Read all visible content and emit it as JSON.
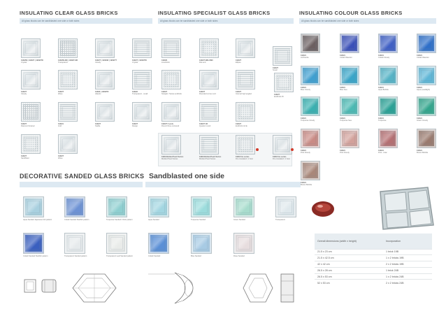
{
  "sections": {
    "clear": {
      "title": "INSULATING CLEAR GLASS BRICKS",
      "sub": "All glass blocks can be sandblasted one side or both sides"
    },
    "specialist": {
      "title": "INSULATING SPECIALIST GLASS BRICKS",
      "sub": "All glass blocks can be sandblasted one side or both sides"
    },
    "colour": {
      "title": "INSULATING COLOUR GLASS BRICKS",
      "sub": "All glass blocks can be sandblasted one side or both sides"
    },
    "decorative": {
      "title": "DECORATIVE SANDED GLASS BRICKS"
    },
    "sandblasted": {
      "title": "Sandblasted one side"
    }
  },
  "clear_bricks": [
    {
      "code": "1909/W | 1909/T | 1909/TW",
      "name": "Crystal"
    },
    {
      "code": "1909/W-ND | 1909/T-ND",
      "name": "Transparent"
    },
    {
      "code": "1909/T | 1909/W | 1909/TT",
      "name": "Cloudy"
    },
    {
      "code": "1909/T | 1909/TW",
      "name": "Crystal"
    },
    {
      "code": "1909/T",
      "name": "Cloudy"
    },
    {
      "code": "1909/T",
      "name": "Wave"
    },
    {
      "code": "1909/I | 1909/TR",
      "name": "Atlantic"
    },
    {
      "code": "1909/2",
      "name": "Transparent - small"
    },
    {
      "code": "1909/T",
      "name": "Diamond Grainer"
    },
    {
      "code": "1909/1",
      "name": "Grid"
    },
    {
      "code": "1909/T",
      "name": "Stable"
    },
    {
      "code": "1909/T",
      "name": "Design"
    },
    {
      "code": "1909/T",
      "name": "Sandblast"
    },
    {
      "code": "1909/T",
      "name": "Wave"
    }
  ],
  "specialist_bricks": [
    {
      "code": "1909/S",
      "name": "Linenbrick"
    },
    {
      "code": "1909/T  BDL/R90",
      "name": "Flat end"
    },
    {
      "code": "1909/T",
      "name": "Ellipse"
    },
    {
      "code": "1909/T",
      "name": "Small"
    },
    {
      "code": "1909/T",
      "name": "Straight / Series endbrick"
    },
    {
      "code": "1909/T",
      "name": "Rounded corner end"
    },
    {
      "code": "1909/T",
      "name": "Internal high angled"
    },
    {
      "code": "1909/T",
      "name": "Endbrick 45"
    },
    {
      "code": "1909/T 3 ends",
      "name": "Round three cornered"
    },
    {
      "code": "1909/T 1R",
      "name": "Quarter round"
    },
    {
      "code": "1909/T",
      "name": "Endbrick circle"
    },
    {
      "code": "1909 Mottled Pearl Series",
      "name": "Mottled Pearl Series"
    },
    {
      "code": "1909 Mottled Pearl Series",
      "name": "Mottled Pearl Series"
    },
    {
      "code": "1909 Fire series",
      "name": "Fire insulated / 1 hour"
    },
    {
      "code": "1909 Fire series",
      "name": "Fire insulated / 1 hour"
    }
  ],
  "colour_bricks": [
    {
      "code": "1909/1",
      "name": "Anthracite",
      "color": "#6b5f60"
    },
    {
      "code": "1909/1",
      "name": "Cobalt Wavelet",
      "color": "#3a4fb8"
    },
    {
      "code": "1909/1",
      "name": "Cobalt Cloudy",
      "color": "#3f5fc4"
    },
    {
      "code": "1909/1",
      "name": "Cobalt Wavelet",
      "color": "#2f6fc8"
    },
    {
      "code": "1909/1",
      "name": "Blue Cloudy",
      "color": "#3f9fd0"
    },
    {
      "code": "1909/1",
      "name": "Blue Sea",
      "color": "#3aa5c8"
    },
    {
      "code": "1909/1",
      "name": "Aqua Bubble",
      "color": "#56b3c6"
    },
    {
      "code": "1909/1",
      "name": "Aqua (Leadlight)",
      "color": "#5fb6d6"
    },
    {
      "code": "1909/1",
      "name": "Turquoise Cloudy",
      "color": "#3ab0b0"
    },
    {
      "code": "1909/1",
      "name": "Turquoise Sea",
      "color": "#4cb9b3"
    },
    {
      "code": "1909/1",
      "name": "Turquoise",
      "color": "#2aa195"
    },
    {
      "code": "1909/1",
      "name": "Green Cloudy",
      "color": "#33a58c"
    },
    {
      "code": "1909/1",
      "name": "Pink Cloudy",
      "color": "#c98b85"
    },
    {
      "code": "1909/1",
      "name": "Pink Cloudy",
      "color": "#d2a19b"
    },
    {
      "code": "1909/1",
      "name": "Pink - Lilac",
      "color": "#b56f72"
    },
    {
      "code": "1909/1",
      "name": "Brown Bubble",
      "color": "#9a7a6e"
    },
    {
      "code": "1909/1",
      "name": "Brown Bubble",
      "color": "#a98779"
    }
  ],
  "decorative_bricks": [
    {
      "name": "Aqua Sanded Japanese fish pattern",
      "color": "#a9d0df"
    },
    {
      "name": "Cobalt Sanded Starfish pattern",
      "color": "#6d92d4"
    },
    {
      "name": "Turquoise Sanded 3 Fish pattern",
      "color": "#8fcfd0"
    },
    {
      "name": "Cobalt Sanded Starfish pattern",
      "color": "#3a5fbf"
    },
    {
      "name": "Transparent Sanded pattern",
      "color": "#e6eaec"
    },
    {
      "name": "Transparent Leaf Sanded pattern",
      "color": "#e9ebe9"
    }
  ],
  "sandblasted_bricks": [
    {
      "name": "Aqua Sanded",
      "color": "#a3d6e1"
    },
    {
      "name": "Turquoise Sanded",
      "color": "#9cdcdc"
    },
    {
      "name": "Green Sanded",
      "color": "#a8dccd"
    },
    {
      "name": "Transparent",
      "color": "#dfe8ec"
    },
    {
      "name": "Cobalt Sanded",
      "color": "#5a8fd6"
    },
    {
      "name": "Blue Sanded",
      "color": "#a8cbe4"
    },
    {
      "name": "Rose Sanded",
      "color": "#e7ddde"
    }
  ],
  "table": {
    "col1": "Overall dimensions (width x height)",
    "col2": "Incorporation",
    "rows": [
      [
        "21.5 x 23 cm",
        "1 brick 19B"
      ],
      [
        "21.5 x 42.5 cm",
        "1 x 2 bricks 19B"
      ],
      [
        "42 x 42 cm",
        "2 x 2 bricks 19B"
      ],
      [
        "26.5 x 28 cm",
        "1 brick 24B"
      ],
      [
        "26.5 x 53 cm",
        "1 x 2 bricks 24B"
      ],
      [
        "52 x 53 cm",
        "2 x 2 bricks 24B"
      ]
    ]
  }
}
